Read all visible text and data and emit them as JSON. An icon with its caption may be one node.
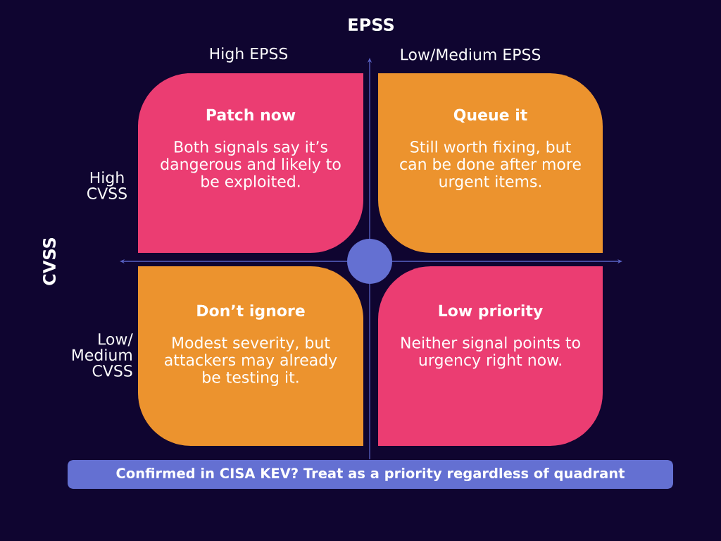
{
  "diagram": {
    "nodes": [
      {
        "text": [
          "Patch now",
          "Both signals say it’s dangerous and likely to be exploited."
        ]
      },
      {
        "text": [
          "Queue it",
          "Still worth fixing, but can be done after more urgent items."
        ]
      },
      {
        "text": [
          "Don’t ignore",
          "Modest severity, but attackers may already be testing it."
        ]
      },
      {
        "text": [
          "Low priority",
          "Neither signal points to urgency right now."
        ]
      },
      {
        "text": [
          "Confirmed in CISA KEV? Treat as a priority regardless of quadrant"
        ]
      }
    ],
    "labels": [
      "EPSS",
      "High EPSS",
      "Low/Medium EPSS",
      "High CVSS",
      "CVSS",
      "Low/ Medium CVSS"
    ]
  }
}
